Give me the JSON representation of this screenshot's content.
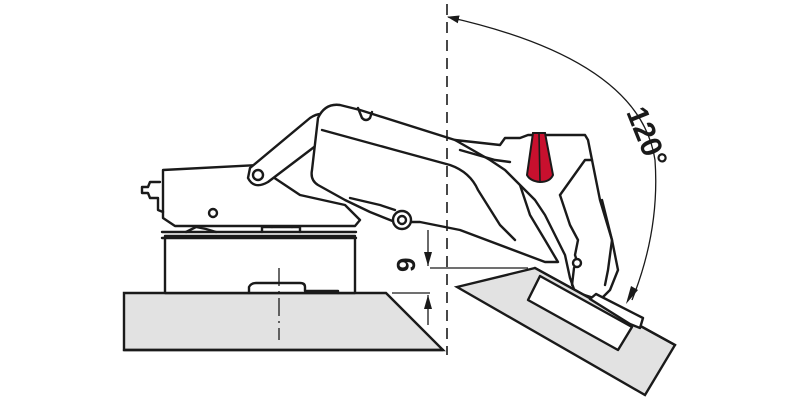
{
  "diagram": {
    "subject": "Concealed cabinet hinge, side section, door opened",
    "angle_label": "120°",
    "gap_dimension_label": "9",
    "colors": {
      "line": "#1a1a1a",
      "panel_fill": "#e2e2e2",
      "accent_red": "#c8102e",
      "background": "#ffffff"
    },
    "parts": [
      "cabinet-side-panel",
      "door-panel",
      "hinge-arm",
      "mounting-plate",
      "hinge-cup",
      "red-adjustment-cam",
      "centerline-dashed",
      "opening-angle-arc",
      "gap-dimension"
    ]
  }
}
